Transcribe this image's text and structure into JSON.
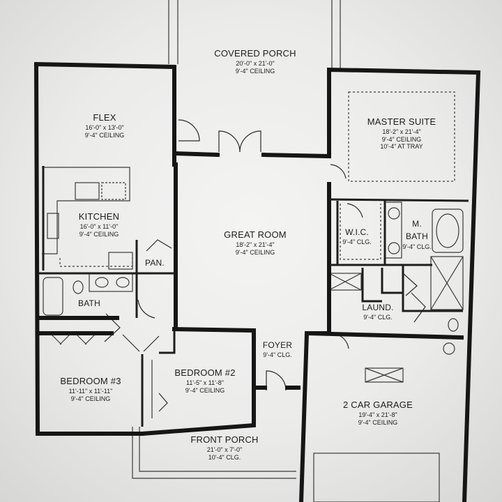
{
  "rooms": {
    "covered_porch": {
      "name": "COVERED PORCH",
      "lines": [
        "20'-0\" x 21'-0\"",
        "9'-4\" CEILING"
      ]
    },
    "flex": {
      "name": "FLEX",
      "lines": [
        "16'-0\" x 13'-0\"",
        "9'-4\" CEILING"
      ]
    },
    "master_suite": {
      "name": "MASTER SUITE",
      "lines": [
        "18'-2\" x 21'-4\"",
        "9'-4\" CEILING",
        "10'-4\" AT TRAY"
      ]
    },
    "kitchen": {
      "name": "KITCHEN",
      "lines": [
        "16'-0\" x 11'-0\"",
        "9'-4\" CEILING"
      ]
    },
    "great_room": {
      "name": "GREAT ROOM",
      "lines": [
        "18'-2\" x 21'-4\"",
        "9'-4\" CEILING"
      ]
    },
    "wic": {
      "name": "W.I.C.",
      "lines": [
        "9'-4\" CLG."
      ]
    },
    "m_bath": {
      "name": "M.",
      "name2": "BATH",
      "lines": [
        "9'-4\" CLG."
      ]
    },
    "pan": {
      "name": "PAN."
    },
    "bath": {
      "name": "BATH"
    },
    "laund": {
      "name": "LAUND.",
      "lines": [
        "9'-4\" CLG."
      ]
    },
    "foyer": {
      "name": "FOYER",
      "lines": [
        "9'-4\" CLG."
      ]
    },
    "bedroom3": {
      "name": "BEDROOM #3",
      "lines": [
        "11'-11\" x 11'-11\"",
        "9'-4\" CEILING"
      ]
    },
    "bedroom2": {
      "name": "BEDROOM #2",
      "lines": [
        "11'-5\" x 11'-8\"",
        "9'-4\" CEILING"
      ]
    },
    "garage": {
      "name": "2 CAR GARAGE",
      "lines": [
        "19'-4\" x 21'-8\"",
        "9'-4\" CEILING"
      ]
    },
    "front_porch": {
      "name": "FRONT PORCH",
      "lines": [
        "21'-0\" x 7'-0\"",
        "10'-4\" CLG."
      ]
    }
  },
  "colors": {
    "wall": "#161616",
    "thin": "#3a3a3a",
    "paper": "#f1f1ef"
  }
}
